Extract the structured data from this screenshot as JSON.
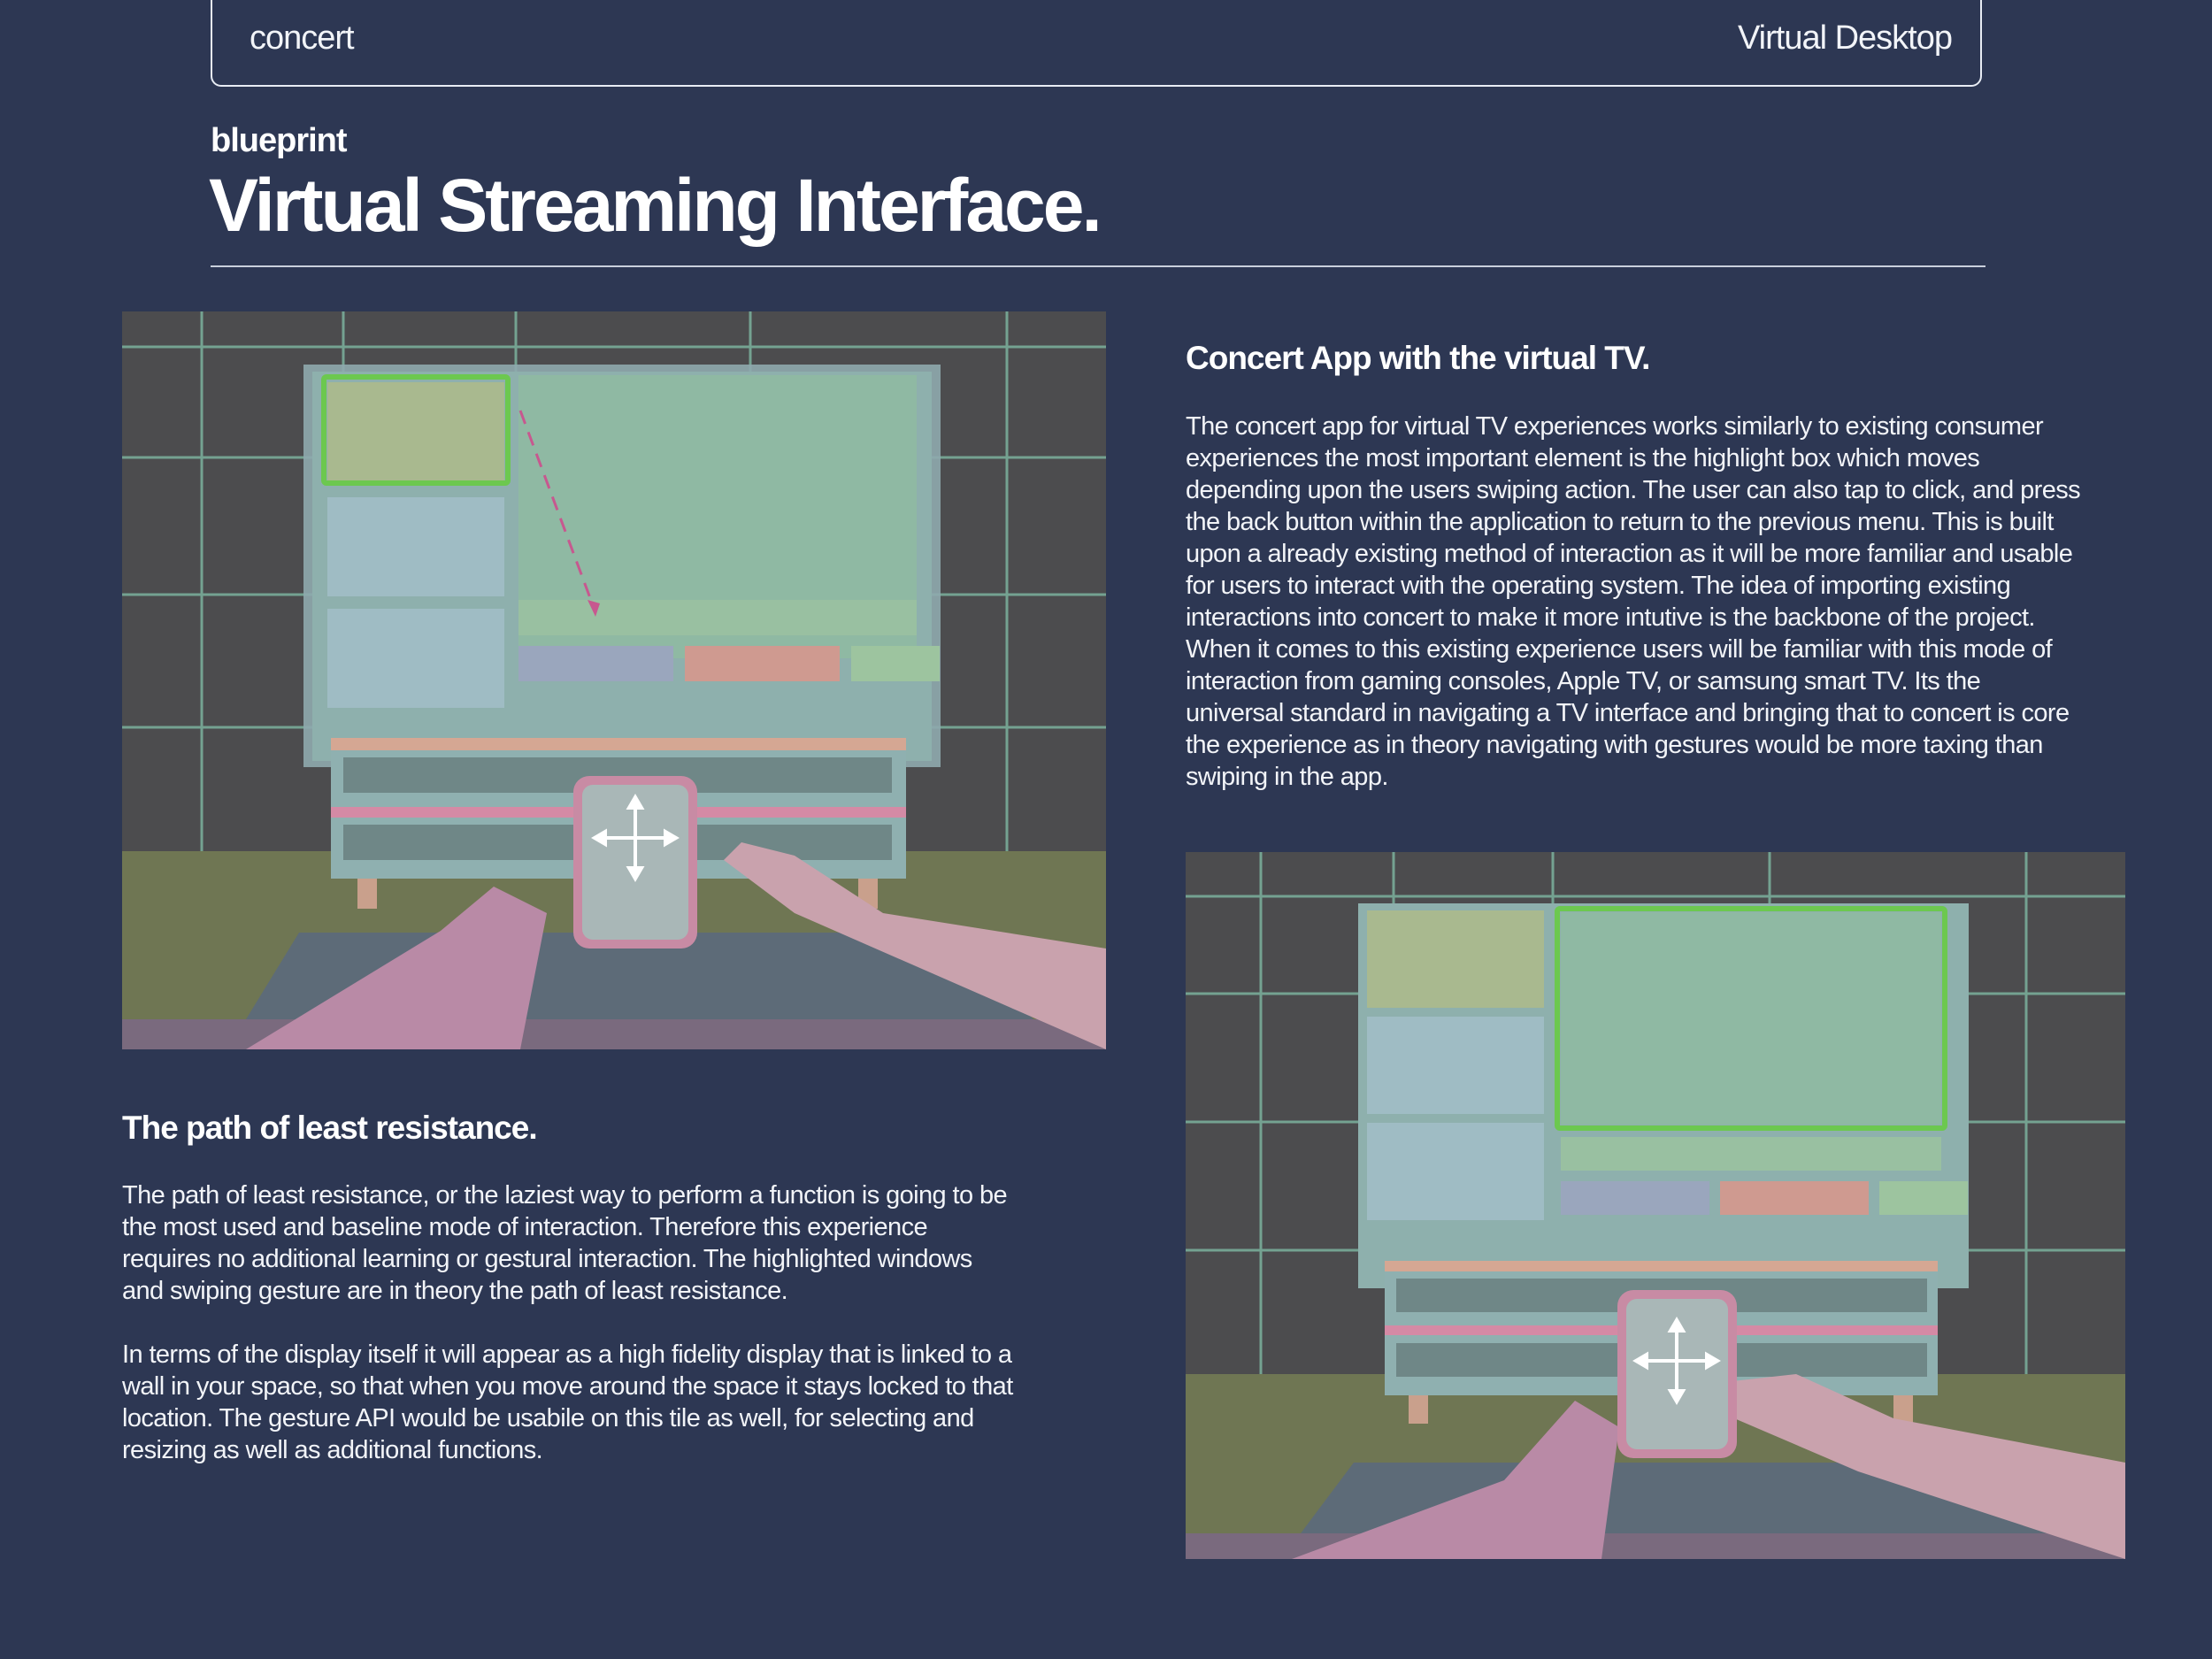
{
  "header": {
    "brand": "concert",
    "context": "Virtual Desktop"
  },
  "page": {
    "kicker": "blueprint",
    "title": "Virtual Streaming Interface."
  },
  "section_right": {
    "heading": "Concert App with the virtual TV.",
    "body": "The concert app for virtual TV experiences works similarly to existing consumer experiences the most important element is the highlight box which moves depending upon the users swiping action. The user can also tap to click, and press the back button within the application to return to the previous menu. This is built upon a already existing method of interaction as it will be more familiar and usable for users to interact with the operating system. The idea of importing existing interactions into concert to make it more intutive is the backbone of the project. When it comes to this existing experience users will be familiar with this mode of interaction from gaming consoles, Apple TV, or samsung smart TV. Its the universal standard in navigating a TV interface and bringing that to concert is core the experience as in theory navigating with gestures would be more taxing than swiping in the app."
  },
  "section_left": {
    "heading": "The path of least resistance.",
    "body_1": "The path of least resistance, or the laziest way to perform a function is going to be the most used and baseline mode of interaction. Therefore this experience requires no additional learning or gestural interaction. The highlighted windows and swiping gesture are in theory the path of least resistance.",
    "body_2": "In terms of the display itself it will appear as a high fidelity display that is linked to a wall in your space, so that when you move around the space it stays locked to that location. The gesture API would be usabile on this tile as well, for selecting and resizing as well as additional functions."
  },
  "colors": {
    "background": "#2d3753",
    "wall": "#4c4c4e",
    "grid": "#7fb8a2",
    "floor": "#6f7653",
    "highlight": "#6cc84f",
    "tv_frame": "#92aeb0",
    "arm": "#b98aa6",
    "arrow": "#c7588f"
  },
  "illustrations": [
    {
      "icon": "move-arrows-icon",
      "highlight_tile": "top-left-tile"
    },
    {
      "icon": "move-arrows-icon",
      "highlight_tile": "main-preview-tile"
    }
  ]
}
